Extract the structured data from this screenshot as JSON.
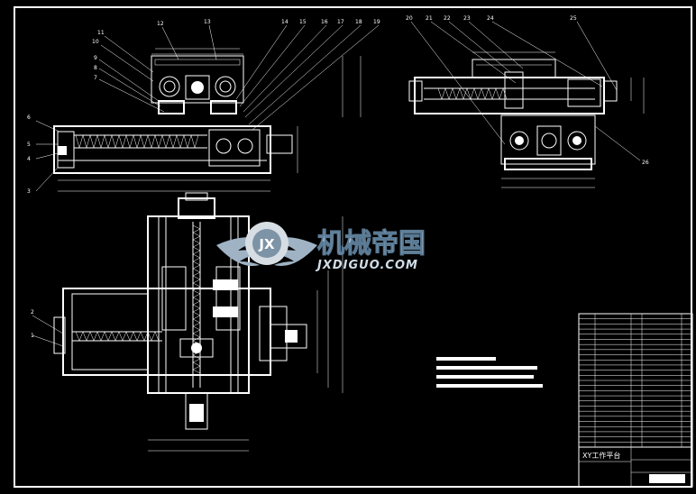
{
  "drawing": {
    "part_numbers": [
      "1",
      "2",
      "3",
      "4",
      "5",
      "6",
      "7",
      "8",
      "9",
      "10",
      "11",
      "12",
      "13",
      "14",
      "15",
      "16",
      "17",
      "18",
      "19",
      "20",
      "21",
      "22",
      "23",
      "24",
      "25",
      "26"
    ],
    "title_block": {
      "title": "XY工作平台"
    },
    "watermark": {
      "brand_cn": "机械帝国",
      "brand_url": "JXDIGUO.COM",
      "logo_letters": "JX"
    }
  }
}
